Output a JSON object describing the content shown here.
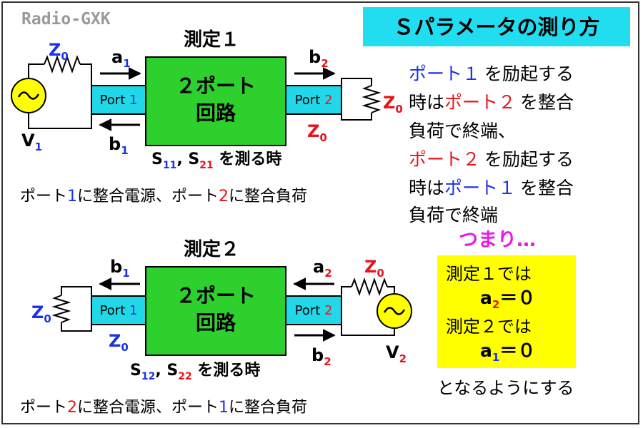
{
  "watermark": "Radio-GXK",
  "title": "Ｓパラメータの測り方",
  "colors": {
    "blue": "#1a33e8",
    "red": "#e8141a",
    "magenta": "#e81ae8",
    "green": "#2ed02e",
    "cyan": "#22d8e8",
    "yellow": "#ffff00",
    "title_bg": "#22dcf0",
    "source_fill": "#ffff00"
  },
  "measure1": {
    "heading": "測定１",
    "block_line1": "２ポート",
    "block_line2": "回路",
    "port_left": {
      "text": "Port",
      "num": "1"
    },
    "port_right": {
      "text": "Port",
      "num": "2"
    },
    "z_source": {
      "base": "Z",
      "sub": "0"
    },
    "z_load": {
      "base": "Z",
      "sub": "0"
    },
    "z_out": {
      "base": "Z",
      "sub": "0"
    },
    "a_label": {
      "base": "a",
      "sub": "1"
    },
    "b_left": {
      "base": "b",
      "sub": "1"
    },
    "b_right": {
      "base": "b",
      "sub": "2"
    },
    "voltage": {
      "base": "V",
      "sub": "1"
    },
    "s_params": {
      "s": "S",
      "p1": "11",
      "comma": ",",
      "p2": "21",
      "tail": "を測る時"
    },
    "caption": {
      "a": "ポート",
      "b": "1",
      "c": "に整合電源、ポート",
      "d": "2",
      "e": "に整合負荷"
    }
  },
  "measure2": {
    "heading": "測定２",
    "block_line1": "２ポート",
    "block_line2": "回路",
    "port_left": {
      "text": "Port",
      "num": "1"
    },
    "port_right": {
      "text": "Port",
      "num": "2"
    },
    "z_load": {
      "base": "Z",
      "sub": "0"
    },
    "z_out": {
      "base": "Z",
      "sub": "0"
    },
    "z_source": {
      "base": "Z",
      "sub": "0"
    },
    "a_label": {
      "base": "a",
      "sub": "2"
    },
    "b_left": {
      "base": "b",
      "sub": "1"
    },
    "b_right": {
      "base": "b",
      "sub": "2"
    },
    "voltage": {
      "base": "V",
      "sub": "2"
    },
    "s_params": {
      "s": "S",
      "p1": "12",
      "comma": ",",
      "p2": "22",
      "tail": "を測る時"
    },
    "caption": {
      "a": "ポート",
      "b": "2",
      "c": "に整合電源、ポート",
      "d": "1",
      "e": "に整合負荷"
    }
  },
  "explanation": {
    "l1a": "ポート１",
    "l1b": "を励起する",
    "l2a": "時は",
    "l2b": "ポート２",
    "l2c": "を整合",
    "l3": "負荷で終端、",
    "l4a": "ポート２",
    "l4b": "を励起する",
    "l5a": "時は",
    "l5b": "ポート１",
    "l5c": "を整合",
    "l6": "負荷で終端"
  },
  "summary": {
    "heading": "つまり…",
    "m1": "測定１では",
    "eq1": {
      "base": "a",
      "sub": "2",
      "rest": "＝０"
    },
    "m2": "測定２では",
    "eq2": {
      "base": "a",
      "sub": "1",
      "rest": "＝０"
    },
    "footer": "となるようにする"
  }
}
